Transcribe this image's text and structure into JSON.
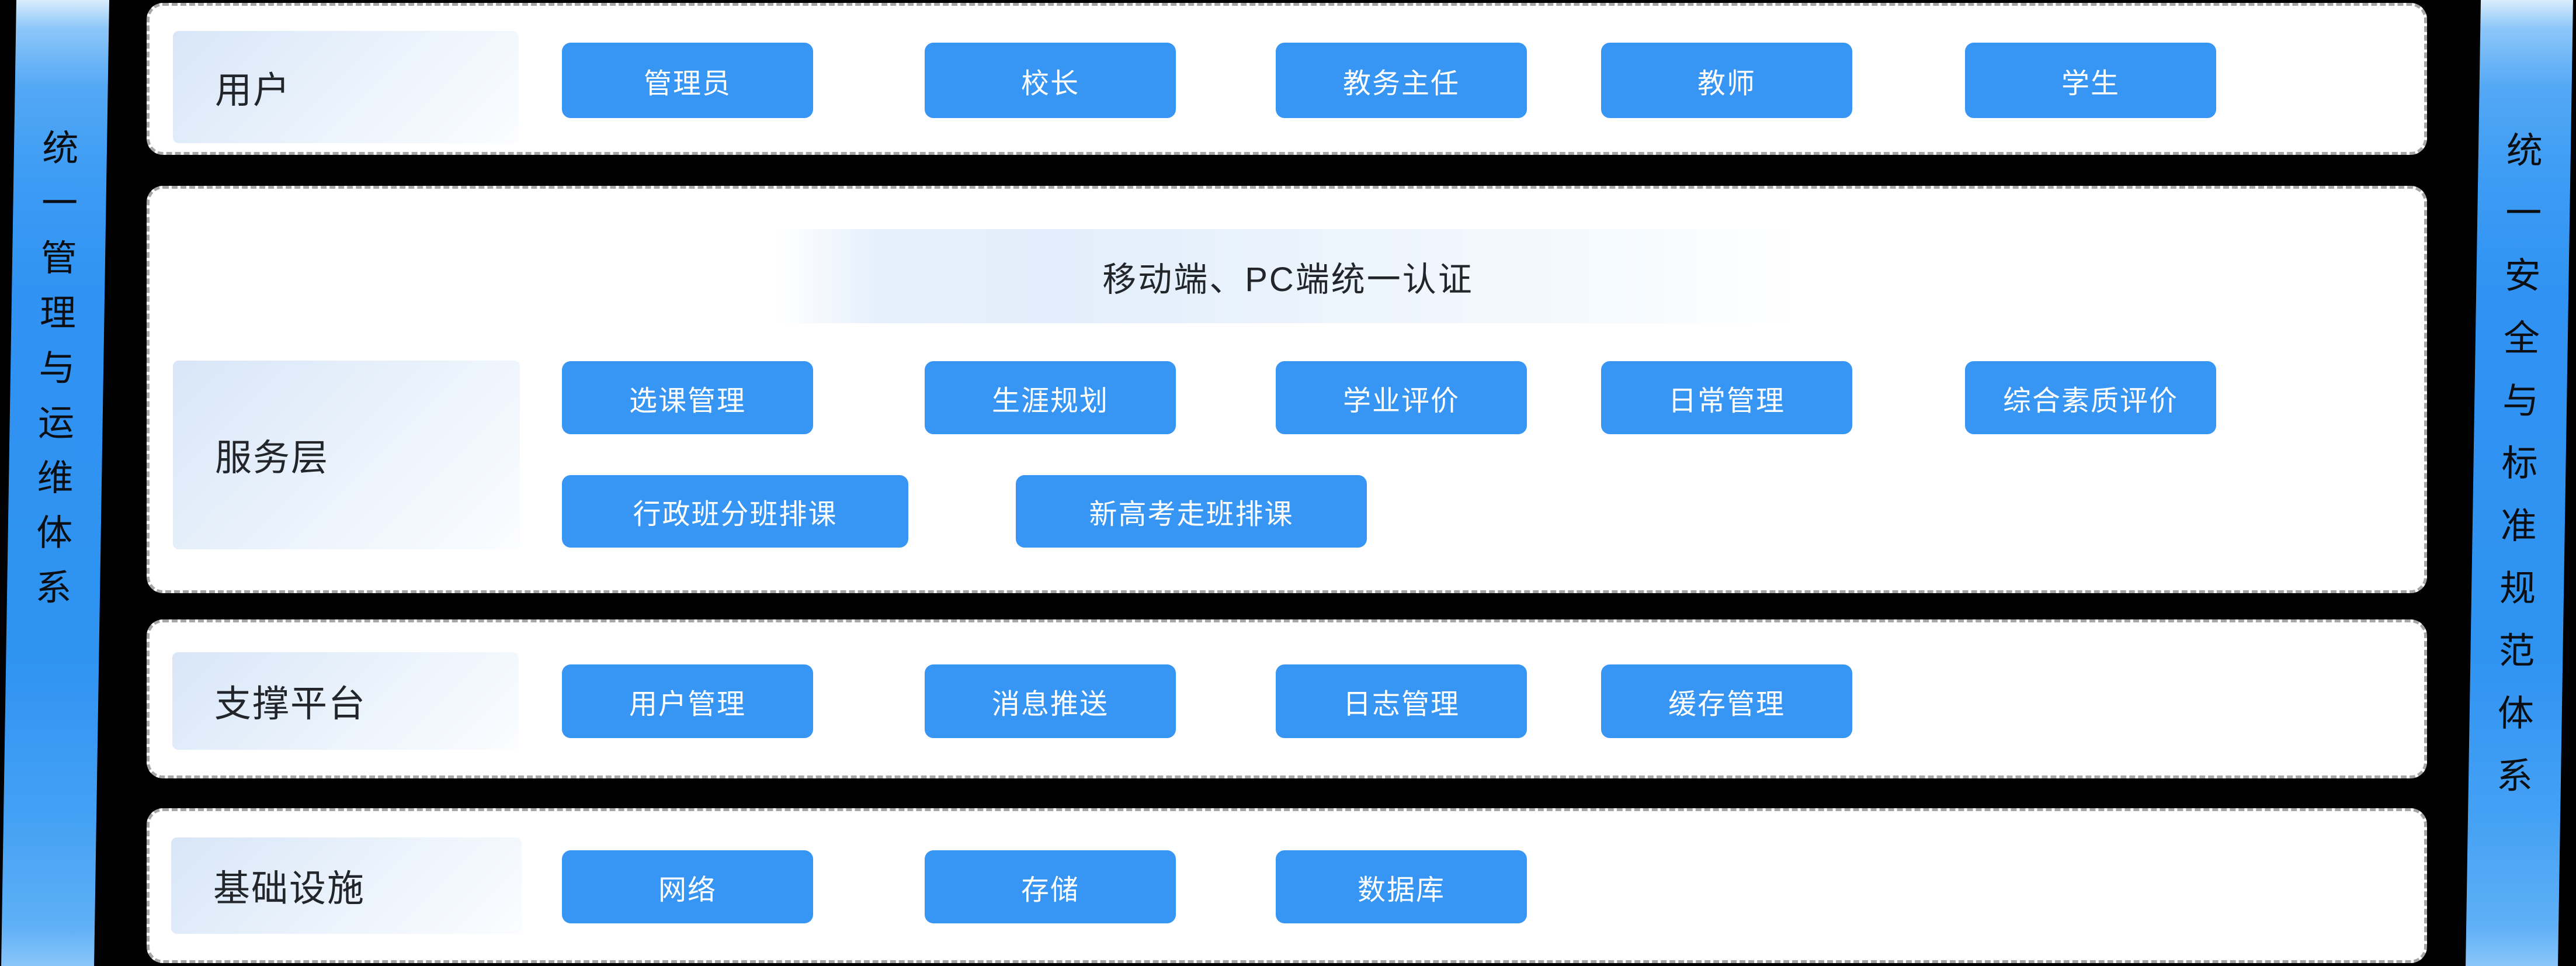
{
  "diagram": {
    "sidebar_left": "统一管理与运维体系",
    "sidebar_right": "统一安全与标准规范体系",
    "layers": [
      {
        "label": "用户",
        "buttons": [
          "管理员",
          "校长",
          "教务主任",
          "教师",
          "学生"
        ]
      },
      {
        "label": "服务层",
        "banner": "移动端、PC端统一认证",
        "buttons_row1": [
          "选课管理",
          "生涯规划",
          "学业评价",
          "日常管理",
          "综合素质评价"
        ],
        "buttons_row2": [
          "行政班分班排课",
          "新高考走班排课"
        ]
      },
      {
        "label": "支撑平台",
        "buttons": [
          "用户管理",
          "消息推送",
          "日志管理",
          "缓存管理"
        ]
      },
      {
        "label": "基础设施",
        "buttons": [
          "网络",
          "存储",
          "数据库"
        ]
      }
    ],
    "colors": {
      "background": "#000000",
      "box_blue": "#3795f4",
      "sidebar_blue": "#3093f3",
      "sidebar_text": "#0b0f14",
      "panel_background": "#ffffff",
      "panel_border": "#a6a6a6",
      "label_gradient_start": "#d8e6f8",
      "label_gradient_end": "#fbfdff",
      "banner_tint": "#e2eefb",
      "text_dark": "#22262b",
      "button_text": "#ffffff"
    }
  }
}
